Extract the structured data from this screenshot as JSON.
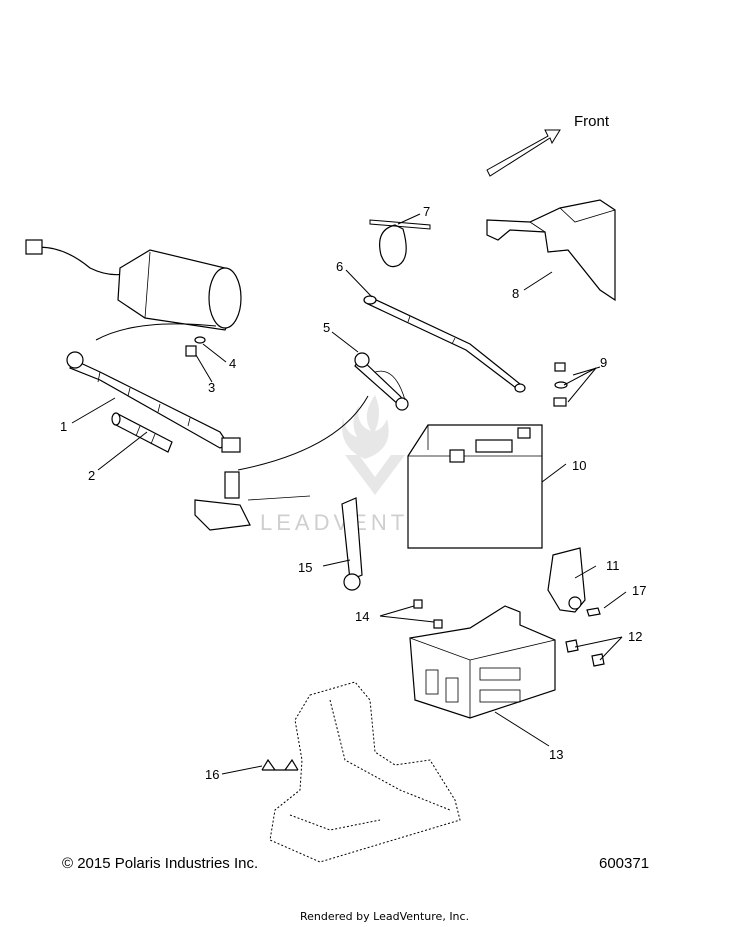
{
  "direction_label": "Front",
  "callouts": [
    "1",
    "2",
    "3",
    "4",
    "5",
    "6",
    "7",
    "8",
    "9",
    "10",
    "11",
    "12",
    "13",
    "14",
    "15",
    "16",
    "17"
  ],
  "watermark_text": "LEADVENTURE",
  "copyright": "© 2015 Polaris Industries Inc.",
  "diagram_number": "600371",
  "rendered_by": "Rendered by LeadVenture, Inc."
}
